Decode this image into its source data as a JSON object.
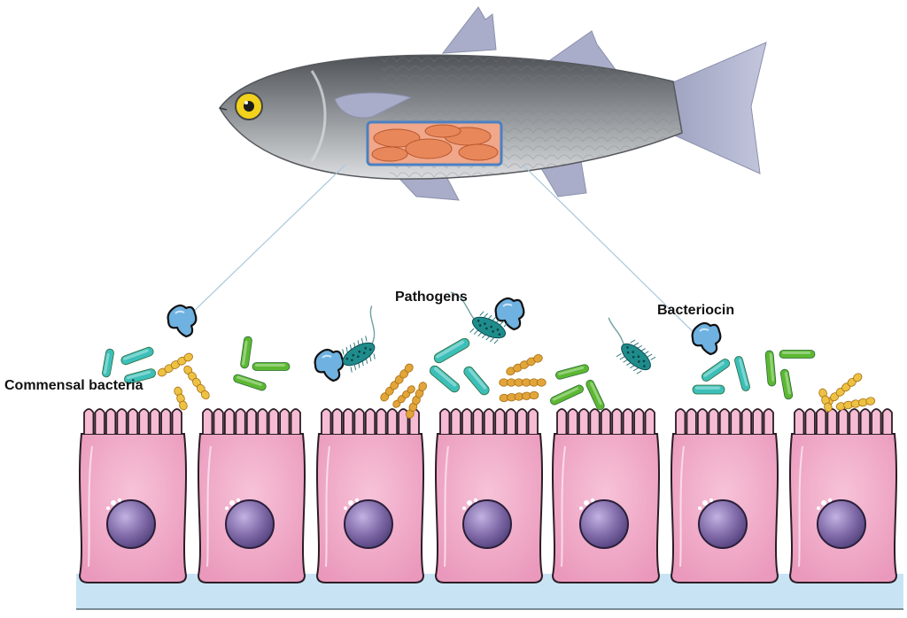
{
  "labels": {
    "commensal": "Commensal bacteria",
    "pathogens": "Pathogens",
    "bacteriocin": "Bacteriocin"
  },
  "colors": {
    "fish_body_dark": "#5f6265",
    "fish_body_light": "#c9cbcd",
    "fish_fin": "#a9adc9",
    "fish_eye": "#f2d21c",
    "gut_window_border": "#4a80c4",
    "gut_tissue": "#e8875a",
    "cell_fill": "#f0a9c6",
    "cell_stroke": "#2b1d25",
    "nucleus": "#7f6aa6",
    "basement_membrane": "#c8e4f4",
    "bacteriocin_blue": "#6fb1e0",
    "pathogen_teal": "#1f8c8c",
    "rod_cyan": "#3cbfb8",
    "rod_green": "#5cb832",
    "cocci_orange": "#e2a53a",
    "cocci_yellow": "#edc243"
  },
  "icons": [
    "fish-icon",
    "gut-window-icon",
    "epithelial-cell-icon",
    "nucleus-icon",
    "bacteriocin-icon",
    "pathogen-icon",
    "rod-bacterium-icon",
    "cocci-chain-icon"
  ]
}
